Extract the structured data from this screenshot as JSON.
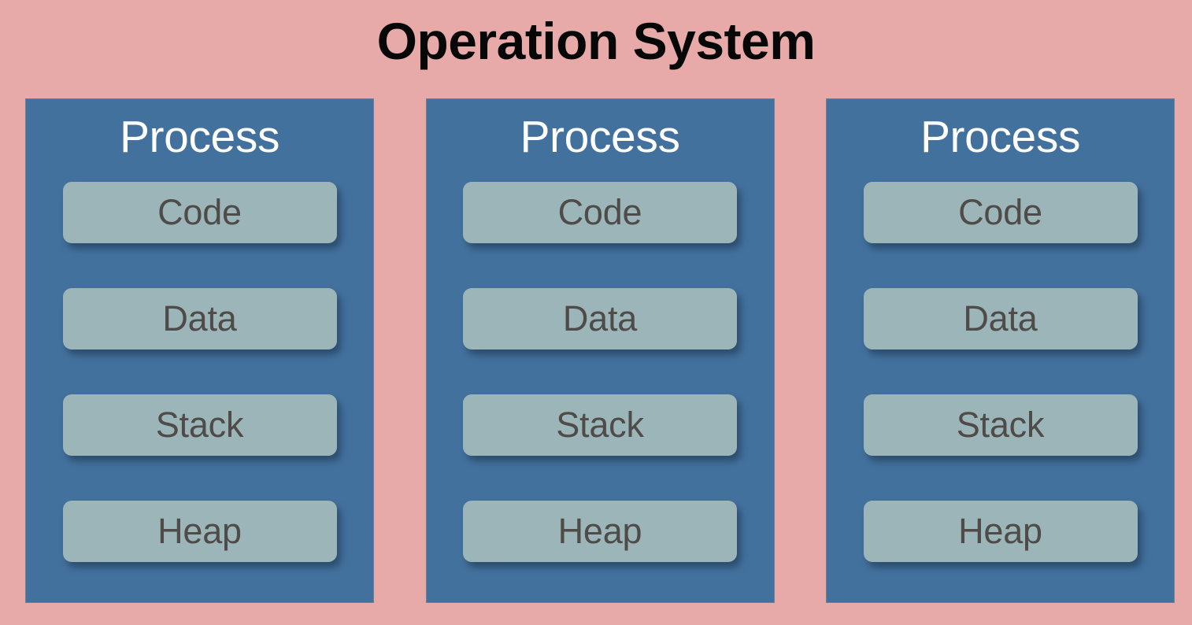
{
  "diagram": {
    "title": "Operation System",
    "background_color": "#e8aaa8",
    "process_box_color": "#43719e",
    "segment_pill_color": "#9cb5b8",
    "title_color": "#070707",
    "heading_color": "#ffffff",
    "segment_label_color": "#4e4b48",
    "processes": [
      {
        "heading": "Process",
        "segments": [
          {
            "label": "Code"
          },
          {
            "label": "Data"
          },
          {
            "label": "Stack"
          },
          {
            "label": "Heap"
          }
        ]
      },
      {
        "heading": "Process",
        "segments": [
          {
            "label": "Code"
          },
          {
            "label": "Data"
          },
          {
            "label": "Stack"
          },
          {
            "label": "Heap"
          }
        ]
      },
      {
        "heading": "Process",
        "segments": [
          {
            "label": "Code"
          },
          {
            "label": "Data"
          },
          {
            "label": "Stack"
          },
          {
            "label": "Heap"
          }
        ]
      }
    ]
  }
}
